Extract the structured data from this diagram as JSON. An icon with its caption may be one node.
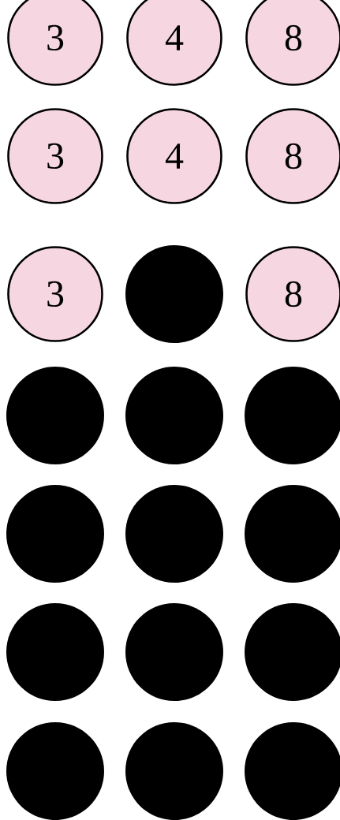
{
  "diagram": {
    "nodes": [
      {
        "text": [
          "3"
        ]
      },
      {
        "text": [
          "4"
        ]
      },
      {
        "text": [
          "8"
        ]
      },
      {
        "text": [
          "3"
        ]
      },
      {
        "text": [
          "4"
        ]
      },
      {
        "text": [
          "8"
        ]
      },
      {
        "text": [
          "3"
        ]
      },
      {
        "text": [],
        "shape": "circle"
      },
      {
        "text": [
          "8"
        ]
      },
      {
        "text": [],
        "shape": "circle"
      },
      {
        "text": [],
        "shape": "circle"
      },
      {
        "text": [],
        "shape": "circle"
      },
      {
        "text": [],
        "shape": "circle"
      },
      {
        "text": [],
        "shape": "circle"
      },
      {
        "text": [],
        "shape": "circle"
      },
      {
        "text": [],
        "shape": "circle"
      },
      {
        "text": [],
        "shape": "circle"
      },
      {
        "text": [],
        "shape": "circle"
      },
      {
        "text": [],
        "shape": "circle"
      },
      {
        "text": [],
        "shape": "circle"
      },
      {
        "text": [],
        "shape": "circle"
      }
    ]
  }
}
